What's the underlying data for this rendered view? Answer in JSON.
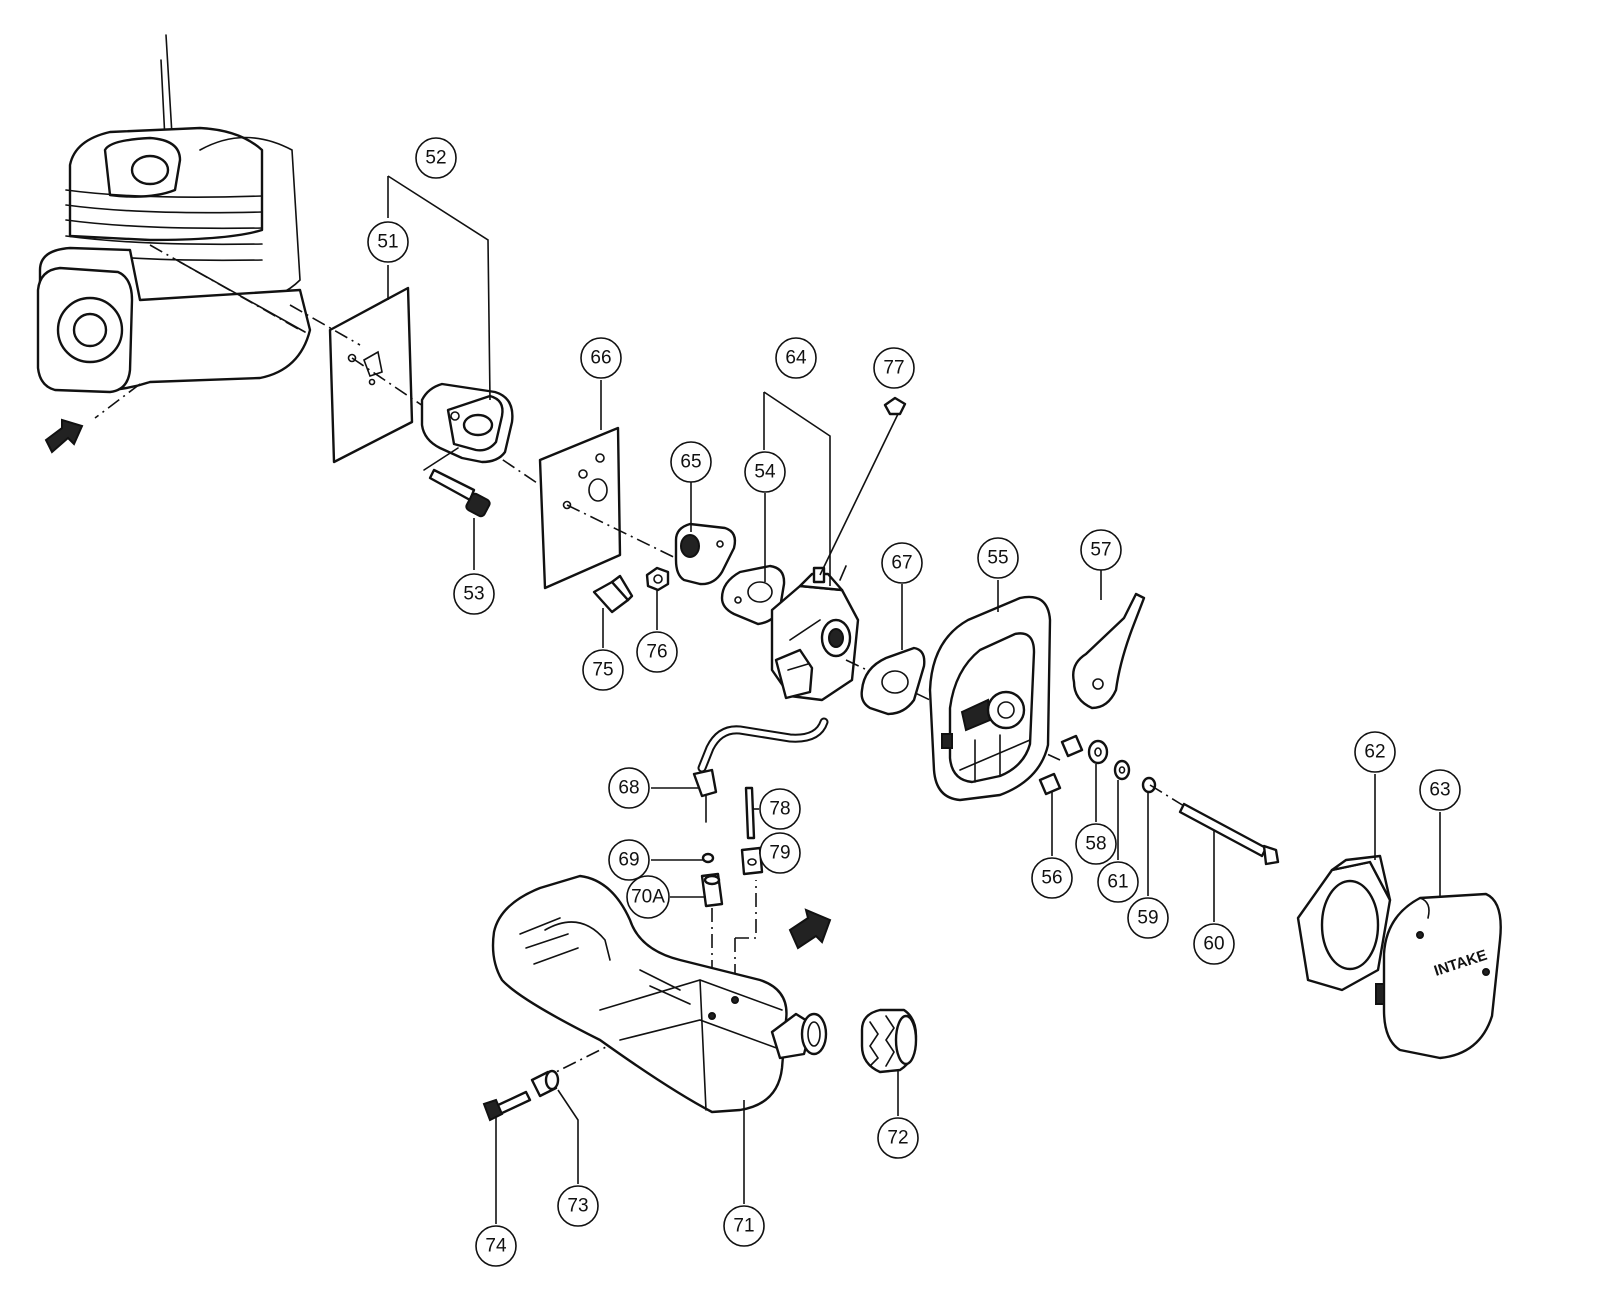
{
  "callouts": {
    "c51": "51",
    "c52": "52",
    "c53": "53",
    "c54": "54",
    "c55": "55",
    "c56": "56",
    "c57": "57",
    "c58": "58",
    "c59": "59",
    "c60": "60",
    "c61": "61",
    "c62": "62",
    "c63": "63",
    "c64": "64",
    "c65": "65",
    "c66": "66",
    "c67": "67",
    "c68": "68",
    "c69": "69",
    "c70a": "70A",
    "c71": "71",
    "c72": "72",
    "c73": "73",
    "c74": "74",
    "c75": "75",
    "c76": "76",
    "c77": "77",
    "c78": "78",
    "c79": "79"
  },
  "air_filter_cover": {
    "stamp": "INTAKE"
  },
  "colors": {
    "line": "#111111",
    "background": "#ffffff"
  },
  "icons": {
    "front_arrow": "arrow-icon",
    "direction_arrow": "arrow-icon"
  }
}
